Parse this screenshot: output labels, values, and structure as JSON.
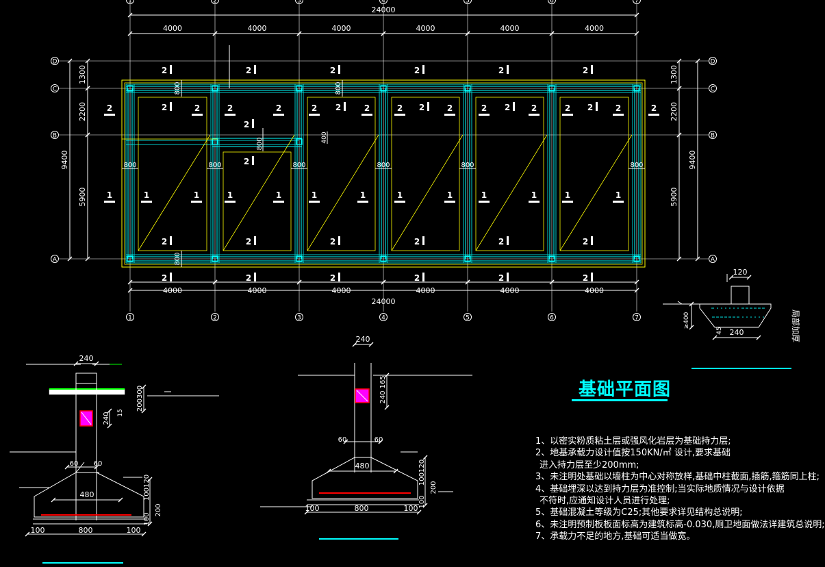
{
  "drawing": {
    "title": "基础平面图",
    "axis_top": [
      "1",
      "2",
      "3",
      "4",
      "5",
      "6",
      "7"
    ],
    "axis_side": [
      "D",
      "C",
      "B",
      "A"
    ],
    "span_dims": [
      "4000",
      "4000",
      "4000",
      "4000",
      "4000",
      "4000"
    ],
    "total_width": "24000",
    "side_dims": [
      "1300",
      "2200",
      "5900"
    ],
    "side_total": "9400",
    "strip_width": "800",
    "small_offset": "400",
    "type_labels": [
      "1",
      "2"
    ],
    "section_a": {
      "dims": [
        "240",
        "200",
        "300",
        "15",
        "240",
        "60",
        "60",
        "480",
        "100",
        "120",
        "100",
        "200",
        "100",
        "800",
        "100"
      ]
    },
    "section_b": {
      "dims": [
        "240",
        "165",
        "240",
        "60",
        "60",
        "480",
        "100",
        "120",
        "200",
        "100",
        "800",
        "100"
      ]
    },
    "detail_c": {
      "dims": [
        "120",
        "≥400",
        "45",
        "240"
      ],
      "label": "局部加厚"
    },
    "notes": [
      "1、以密实粉质粘土层或强风化岩层为基础持力层;",
      "2、地基承载力设计值按150KN/㎡ 设计,要求基础",
      "   进入持力层至少200mm;",
      "3、未注明处基础以墙柱为中心对称放样,基础中柱截面,插筋,箍筋同上柱;",
      "4、基础埋深以达到持力层为准控制;当实际地质情况与设计依据",
      "   不符时,应通知设计人员进行处理;",
      "5、基础混凝土等级为C25;其他要求详见结构总说明;",
      "6、未注明预制板板面标高为建筑标高-0.030,厕卫地面做法详建筑总说明;",
      "7、承载力不足的地方,基础可适当做宽。"
    ]
  },
  "colors": {
    "background": "#000000",
    "cyan": "#00ffff",
    "yellow": "#ffff00",
    "white": "#ffffff",
    "red": "#ff0000",
    "magenta": "#ff00ff",
    "green": "#00ff00",
    "teal": "#00c8c8"
  }
}
